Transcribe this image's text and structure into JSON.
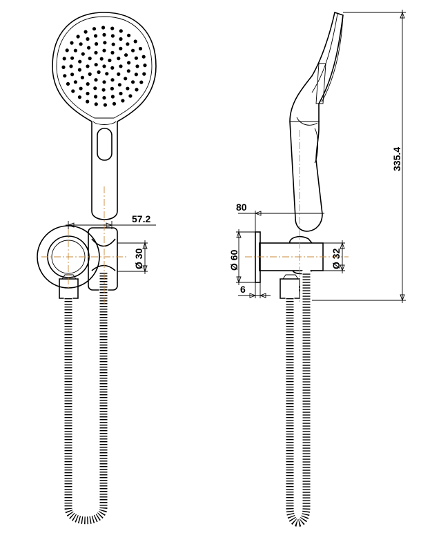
{
  "colors": {
    "line": "#000000",
    "centerline": "#c9893a",
    "background": "#ffffff"
  },
  "dimensions": {
    "width_front": "57.2",
    "dia_front": "Ø 30",
    "projection": "80",
    "dia_flange": "Ø 60",
    "flange_thickness": "6",
    "dia_side": "Ø 32",
    "height": "335.4"
  }
}
